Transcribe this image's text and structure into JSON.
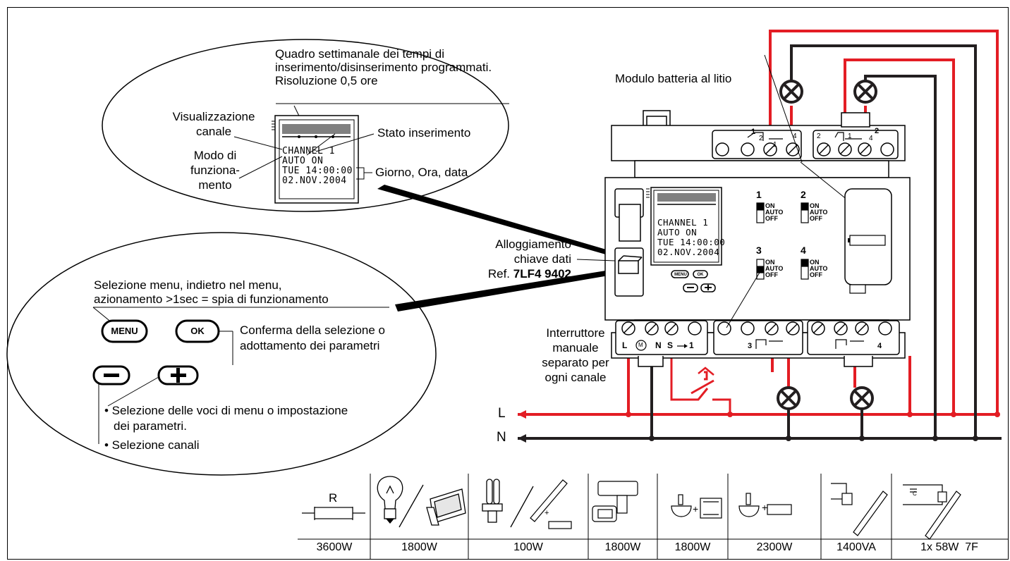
{
  "bubble_top": {
    "weekly_title_line1": "Quadro settimanale dei tempi di",
    "weekly_title_line2": "inserimento/disinserimento programmati.",
    "weekly_title_line3": "Risoluzione 0,5 ore",
    "channel_label_line1": "Visualizzazione",
    "channel_label_line2": "canale",
    "mode_label_line1": "Modo di",
    "mode_label_line2": "funziona-",
    "mode_label_line3": "mento",
    "state_label": "Stato inserimento",
    "datetime_label": "Giorno, Ora, data"
  },
  "lcd": {
    "line1": "CHANNEL 1",
    "line2": "AUTO ON",
    "line3": "TUE 14:00:00",
    "line4": "02.NOV.2004"
  },
  "device": {
    "battery_label": "Modulo batteria al litio",
    "key_label_line1": "Alloggiamento",
    "key_label_line2": "chiave dati",
    "key_ref_prefix": "Ref.",
    "key_ref_code": "7LF4 9402",
    "switch_label_line1": "Interruttore",
    "switch_label_line2": "manuale",
    "switch_label_line3": "separato per",
    "switch_label_line4": "ogni canale",
    "channels": [
      "1",
      "2",
      "3",
      "4"
    ],
    "switch_positions": [
      "ON",
      "AUTO",
      "OFF"
    ],
    "btn_menu_small": "MENU",
    "btn_ok_small": "OK",
    "bottom_terms": {
      "l": "L",
      "n": "N",
      "s": "S",
      "one": "1",
      "m": "M"
    },
    "top_terms": {
      "c1": "1",
      "c2": "2",
      "t1": "1",
      "t2": "2",
      "t4": "4"
    },
    "lines": {
      "L": "L",
      "N": "N"
    }
  },
  "bubble_bottom": {
    "menu_desc_line1": "Selezione menu, indietro nel menu,",
    "menu_desc_line2": "azionamento  >1sec = spia di funzionamento",
    "btn_menu": "MENU",
    "btn_ok": "OK",
    "ok_desc_line1": "Conferma della selezione o",
    "ok_desc_line2": "adottamento dei parametri",
    "bullet1_line1": "• Selezione delle voci di menu o impostazione",
    "bullet1_line2": "dei parametri.",
    "bullet2": "• Selezione canali"
  },
  "loads": {
    "resistor_label": "R",
    "capacitor_label": "C",
    "plus": "+",
    "values": [
      "3600W",
      "1800W",
      "100W",
      "1800W",
      "1800W",
      "2300W",
      "1400VA",
      "1x 58W  7F"
    ]
  },
  "colors": {
    "phase": "#e31d24",
    "neutral": "#231f20"
  }
}
